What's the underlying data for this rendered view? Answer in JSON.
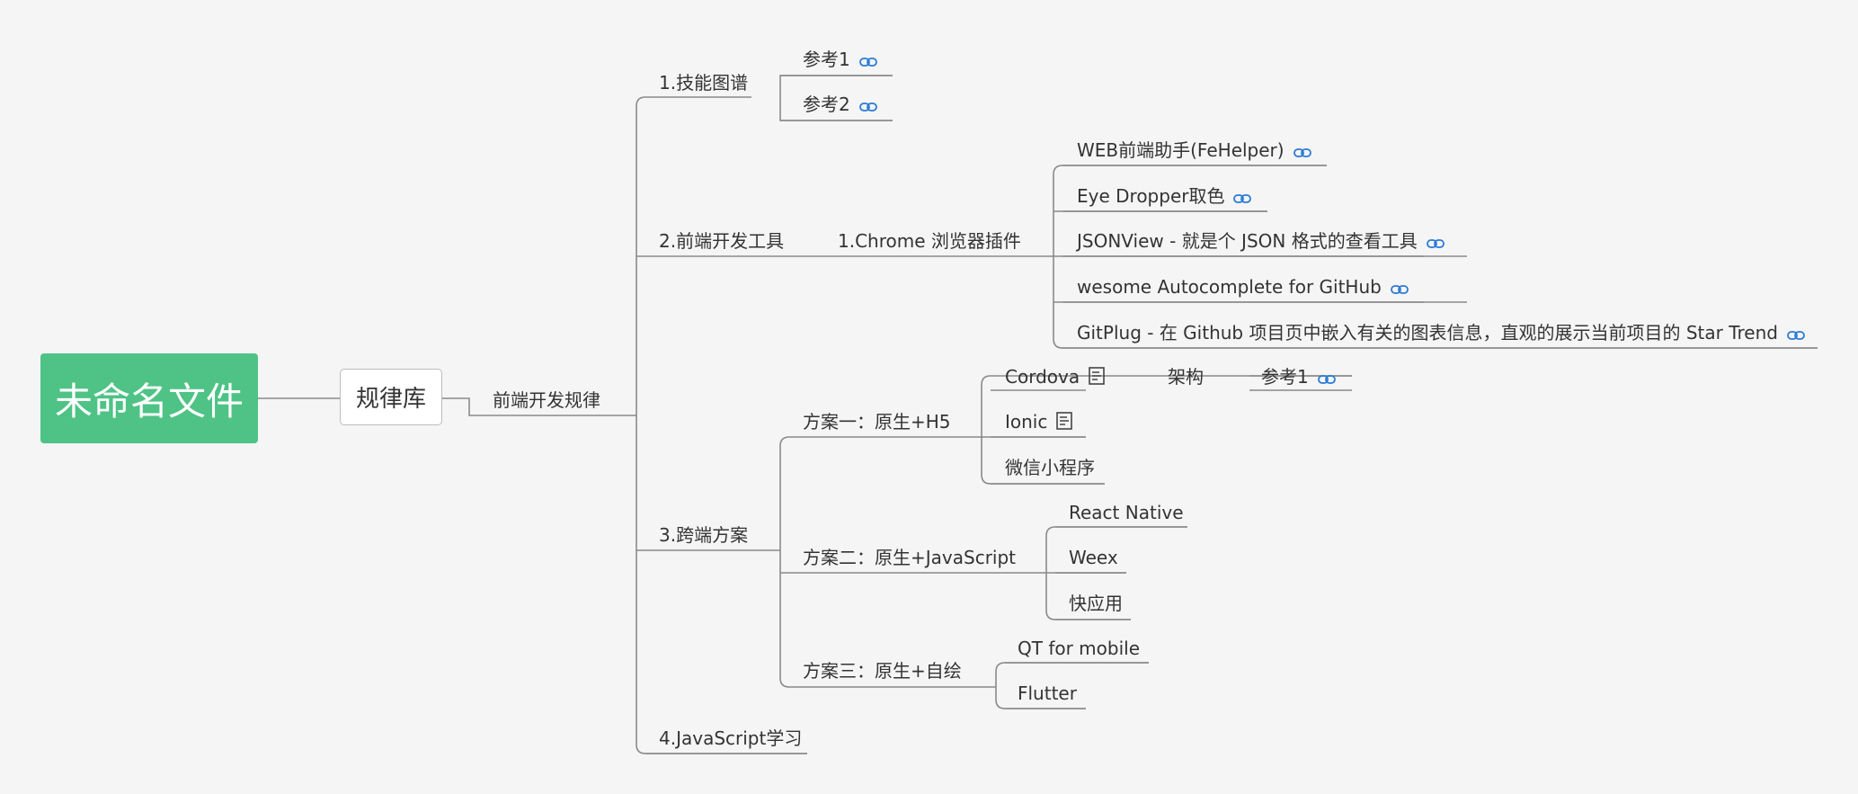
{
  "root": "未命名文件",
  "main": "规律库",
  "sub": "前端开发规律",
  "branches": [
    {
      "label": "1.技能图谱",
      "children": [
        {
          "label": "参考1",
          "icon": "link-icon"
        },
        {
          "label": "参考2",
          "icon": "link-icon"
        }
      ]
    },
    {
      "label": "2.前端开发工具",
      "children": [
        {
          "label": "1.Chrome 浏览器插件",
          "children": [
            {
              "label": "WEB前端助手(FeHelper)",
              "icon": "link-icon"
            },
            {
              "label": "Eye Dropper取色",
              "icon": "link-icon"
            },
            {
              "label": "JSONView - 就是个 JSON 格式的查看工具",
              "icon": "link-icon"
            },
            {
              "label": "wesome Autocomplete for GitHub",
              "icon": "link-icon"
            },
            {
              "label": "GitPlug - 在 Github 项目页中嵌入有关的图表信息，直观的展示当前项目的 Star Trend",
              "icon": "link-icon"
            }
          ]
        }
      ]
    },
    {
      "label": "3.跨端方案",
      "children": [
        {
          "label": "方案一：原生+H5",
          "children": [
            {
              "label": "Cordova",
              "icon": "note-icon",
              "children": [
                {
                  "label": "架构",
                  "children": [
                    {
                      "label": "参考1",
                      "icon": "link-icon"
                    }
                  ]
                }
              ]
            },
            {
              "label": "Ionic",
              "icon": "note-icon"
            },
            {
              "label": "微信小程序"
            }
          ]
        },
        {
          "label": "方案二：原生+JavaScript",
          "children": [
            {
              "label": "React Native"
            },
            {
              "label": "Weex"
            },
            {
              "label": "快应用"
            }
          ]
        },
        {
          "label": "方案三：原生+自绘",
          "children": [
            {
              "label": "QT for mobile"
            },
            {
              "label": "Flutter"
            }
          ]
        }
      ]
    },
    {
      "label": "4.JavaScript学习"
    }
  ]
}
